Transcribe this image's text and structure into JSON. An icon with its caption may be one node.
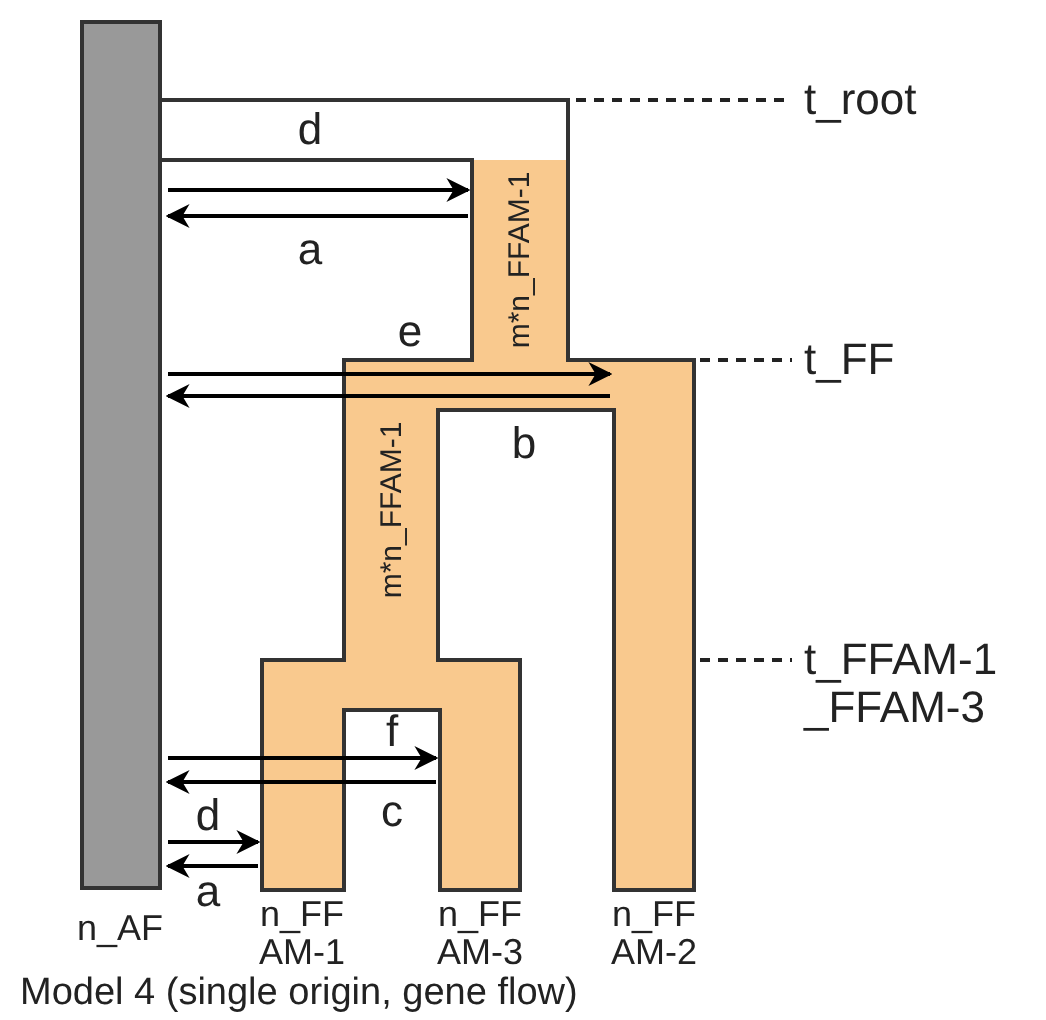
{
  "diagram": {
    "caption": "Model 4 (single origin, gene flow)",
    "nodes": [
      {
        "text": [],
        "shape": "bar",
        "beside": [
          "n_AF"
        ]
      },
      {
        "text": [
          "m*n_FFAM-1"
        ]
      },
      {
        "text": [
          "m*n_FFAM-1"
        ]
      },
      {
        "text": [],
        "shape": "bar",
        "beside": [
          "n_FF AM-1"
        ]
      },
      {
        "text": [],
        "shape": "bar",
        "beside": [
          "n_FF AM-3"
        ]
      },
      {
        "text": [],
        "shape": "bar",
        "beside": [
          "n_FF AM-2"
        ]
      }
    ],
    "edges": [
      {
        "from": 0,
        "to": 1,
        "arrow": "to",
        "label": "d"
      },
      {
        "from": 1,
        "to": 0,
        "arrow": "to",
        "label": "a"
      },
      {
        "from": 0,
        "to": 5,
        "arrow": "to",
        "label": "e"
      },
      {
        "from": 5,
        "to": 0,
        "arrow": "to",
        "label": "b"
      },
      {
        "from": 0,
        "to": 4,
        "arrow": "to",
        "label": "f"
      },
      {
        "from": 4,
        "to": 0,
        "arrow": "to",
        "label": "c"
      },
      {
        "from": 0,
        "to": 3,
        "arrow": "to",
        "label": "d"
      },
      {
        "from": 3,
        "to": 0,
        "arrow": "to",
        "label": "a"
      }
    ],
    "labels": [
      "t_root",
      "t_FF",
      "t_FFAM-1 _FFAM-3"
    ]
  }
}
